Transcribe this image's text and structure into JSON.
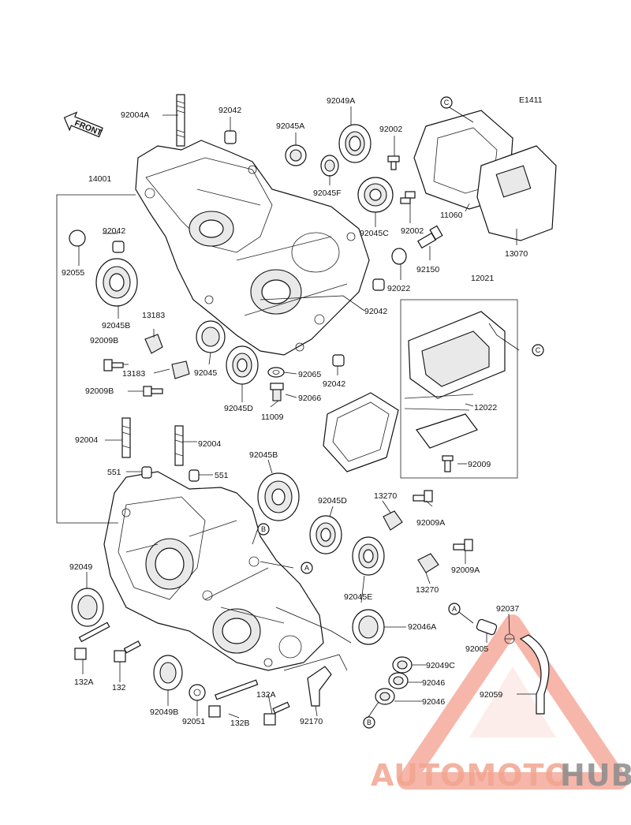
{
  "diagram_code": "E1411",
  "front_label": "FRONT",
  "watermark": {
    "text_part1": "AUTOMOTO",
    "text_part2": "HUB",
    "color_primary": "#f2a58f",
    "color_secondary": "#8c8c8c"
  },
  "callouts": [
    "C",
    "C",
    "B",
    "A",
    "A",
    "B"
  ],
  "labels": {
    "p92004A": "92004A",
    "p92042a": "92042",
    "p92049A": "92049A",
    "p92045A": "92045A",
    "p92002a": "92002",
    "p14001": "14001",
    "p92045F": "92045F",
    "p11060": "11060",
    "p92042b": "92042",
    "p92045C": "92045C",
    "p92002b": "92002",
    "p92055": "92055",
    "p13070": "13070",
    "p92150": "92150",
    "p12021": "12021",
    "p92022": "92022",
    "p92042c": "92042",
    "p13183a": "13183",
    "p92045B": "92045B",
    "p92009B": "92009B",
    "p13183b": "13183",
    "p92045": "92045",
    "p92065": "92065",
    "p92042d": "92042",
    "p92009Bb": "92009B",
    "p92066": "92066",
    "p92045D": "92045D",
    "p11009": "11009",
    "p12022": "12022",
    "p92004a": "92004",
    "p92004b": "92004",
    "p92045Bb": "92045B",
    "p551a": "551",
    "p551b": "551",
    "p92045Db": "92045D",
    "p13270a": "13270",
    "p92009Aa": "92009A",
    "p92009Ab": "92009A",
    "p92049": "92049",
    "p13270b": "13270",
    "p92045E": "92045E",
    "p92037": "92037",
    "p92046A": "92046A",
    "p92005": "92005",
    "p92049C": "92049C",
    "p132A": "132A",
    "p132": "132",
    "p92046a": "92046",
    "p92046b": "92046",
    "p92059": "92059",
    "p132Ab": "132A",
    "p92049B": "92049B",
    "p92051": "92051",
    "p132B": "132B",
    "p92170": "92170"
  }
}
